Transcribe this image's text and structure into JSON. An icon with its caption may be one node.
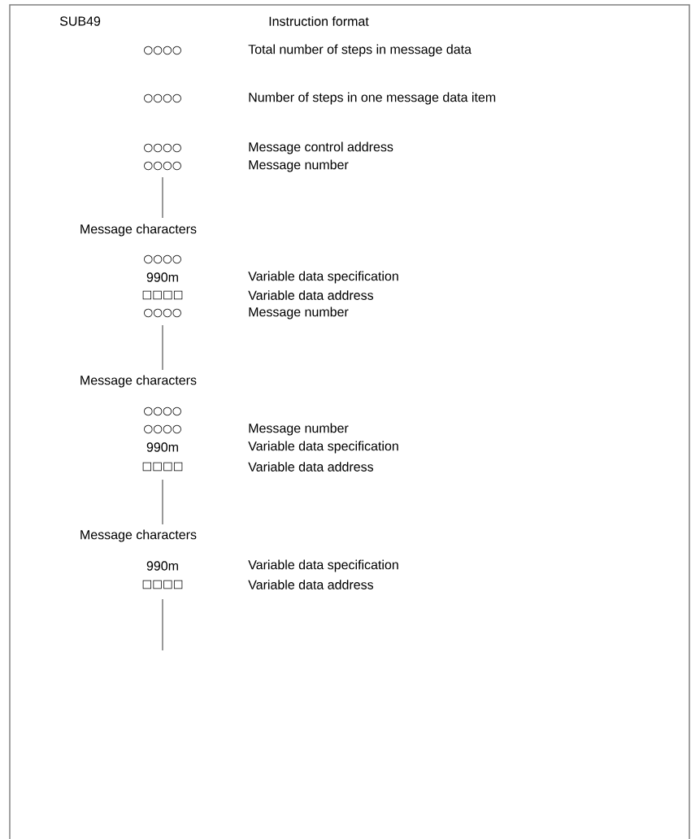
{
  "diagram": {
    "labels": [
      "SUB49",
      "Instruction format",
      "○○○○",
      "Total number of steps in message data",
      "○○○○",
      "Number of steps in one message data item",
      "○○○○",
      "Message control address",
      "○○○○",
      "Message number",
      "Message characters",
      "○○○○",
      "990m",
      "Variable data specification",
      "□□□□",
      "Variable data address",
      "○○○○",
      "Message number",
      "Message characters",
      "○○○○",
      "○○○○",
      "Message number",
      "990m",
      "Variable data specification",
      "□□□□",
      "Variable data address",
      "Message characters",
      "990m",
      "Variable data specification",
      "□□□□",
      "Variable data address"
    ]
  }
}
